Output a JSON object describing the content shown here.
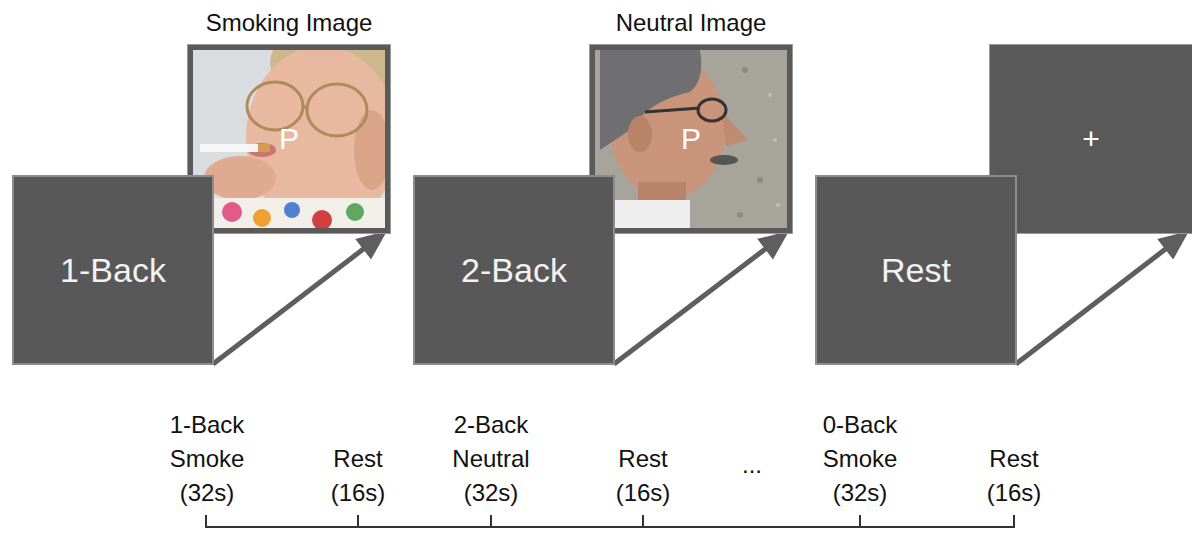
{
  "diagram": {
    "nodes": [
      {
        "text": [
          "1-Back"
        ]
      },
      {
        "text": [
          "Smoking Image",
          "P"
        ]
      },
      {
        "text": [
          "2-Back"
        ]
      },
      {
        "text": [
          "Neutral Image",
          "P"
        ]
      },
      {
        "text": [
          "Rest"
        ]
      },
      {
        "text": [
          "+"
        ]
      }
    ],
    "edges": [
      {
        "from": 0,
        "to": 1,
        "arrow": "to"
      },
      {
        "from": 2,
        "to": 3,
        "arrow": "to"
      },
      {
        "from": 4,
        "to": 5,
        "arrow": "to"
      }
    ],
    "labels": [
      "1-Back Smoke (32s)",
      "Rest (16s)",
      "2-Back Neutral (32s)",
      "Rest (16s)",
      "...",
      "0-Back Smoke (32s)",
      "Rest (16s)"
    ]
  }
}
